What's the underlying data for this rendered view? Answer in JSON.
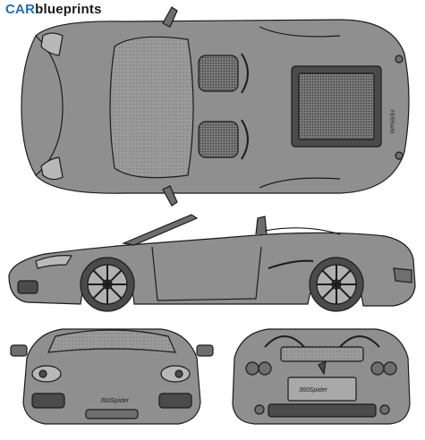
{
  "logo": {
    "brand": "CAR",
    "site": "blueprints"
  },
  "badges": {
    "front_script": "360Spider",
    "rear_script": "360Spider",
    "engine_cover_text": "FERRARI"
  },
  "colors": {
    "body": "#8f8f8f",
    "body_light": "#a9a9a9",
    "body_dark": "#6e6e6e",
    "line": "#1b1b1b",
    "glass": "#b8b8b8",
    "brand_blue": "#1f6fb8"
  }
}
